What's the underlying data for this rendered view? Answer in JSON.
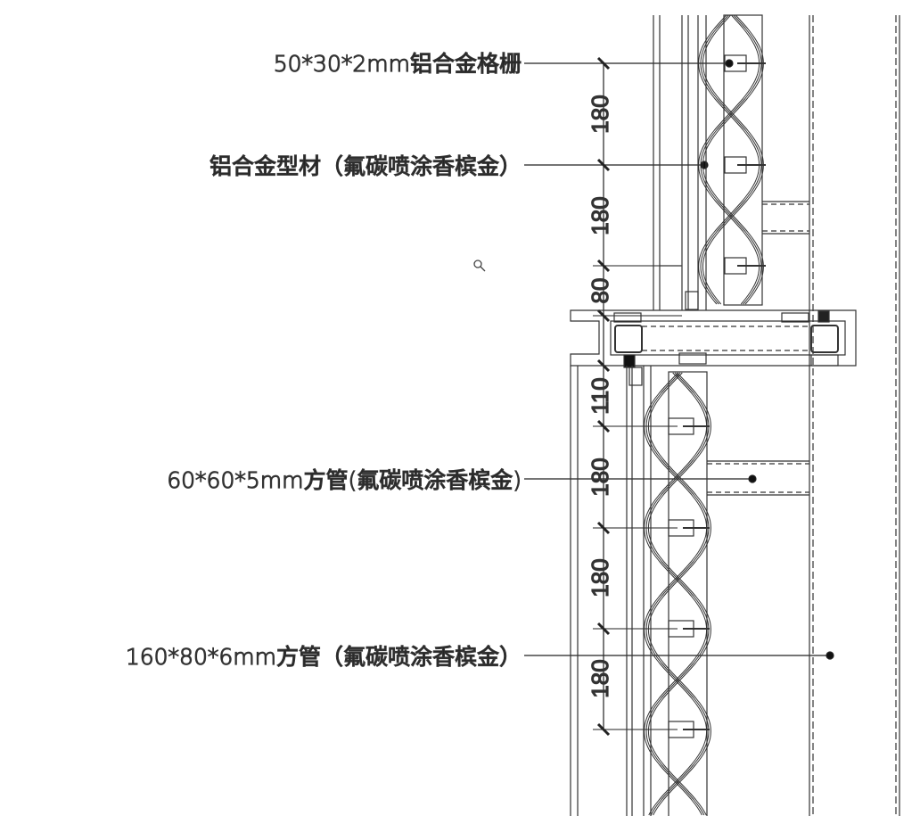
{
  "callouts": [
    {
      "text": "50*30*2mm铝合金格栅"
    },
    {
      "text": "铝合金型材（氟碳喷涂香槟金）"
    },
    {
      "text": "60*60*5mm方管(氟碳喷涂香槟金)"
    },
    {
      "text": "160*80*6mm方管（氟碳喷涂香槟金）"
    }
  ],
  "dimensions": [
    "180",
    "180",
    "80",
    "110",
    "180",
    "180",
    "180"
  ],
  "icons": {
    "zoom": "magnifier-icon"
  },
  "colors": {
    "line": "#333333",
    "background": "#ffffff"
  }
}
